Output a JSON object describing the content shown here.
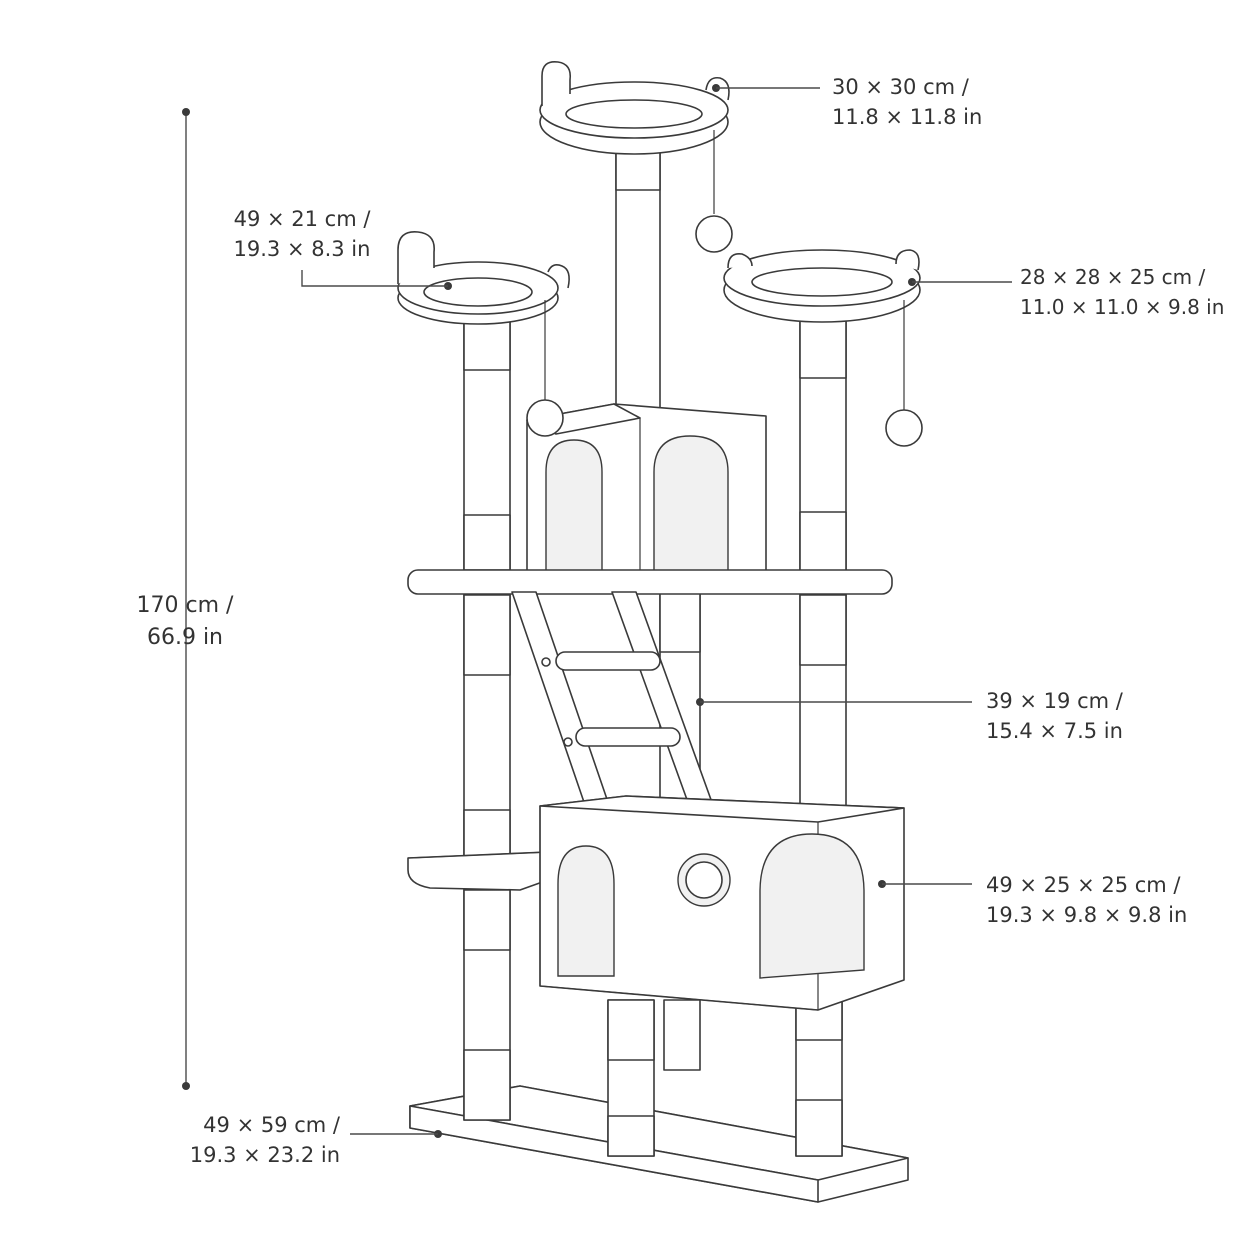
{
  "dimensions": {
    "top_perch": {
      "line1": "30 × 30 cm /",
      "line2": "11.8 × 11.8 in"
    },
    "left_perch": {
      "line1": "49 × 21 cm /",
      "line2": "19.3 × 8.3 in"
    },
    "right_perch": {
      "line1": "28 × 28 × 25 cm /",
      "line2": "11.0 × 11.0 × 9.8 in"
    },
    "height": {
      "line1": "170 cm /",
      "line2": "66.9 in"
    },
    "ladder": {
      "line1": "39 × 19 cm /",
      "line2": "15.4 × 7.5 in"
    },
    "condo": {
      "line1": "49 × 25 × 25 cm /",
      "line2": "19.3 × 9.8 × 9.8 in"
    },
    "base": {
      "line1": "49 × 59 cm /",
      "line2": "19.3 × 23.2 in"
    }
  },
  "colors": {
    "line": "#3a3a3a",
    "text": "#333333",
    "background": "#ffffff"
  }
}
